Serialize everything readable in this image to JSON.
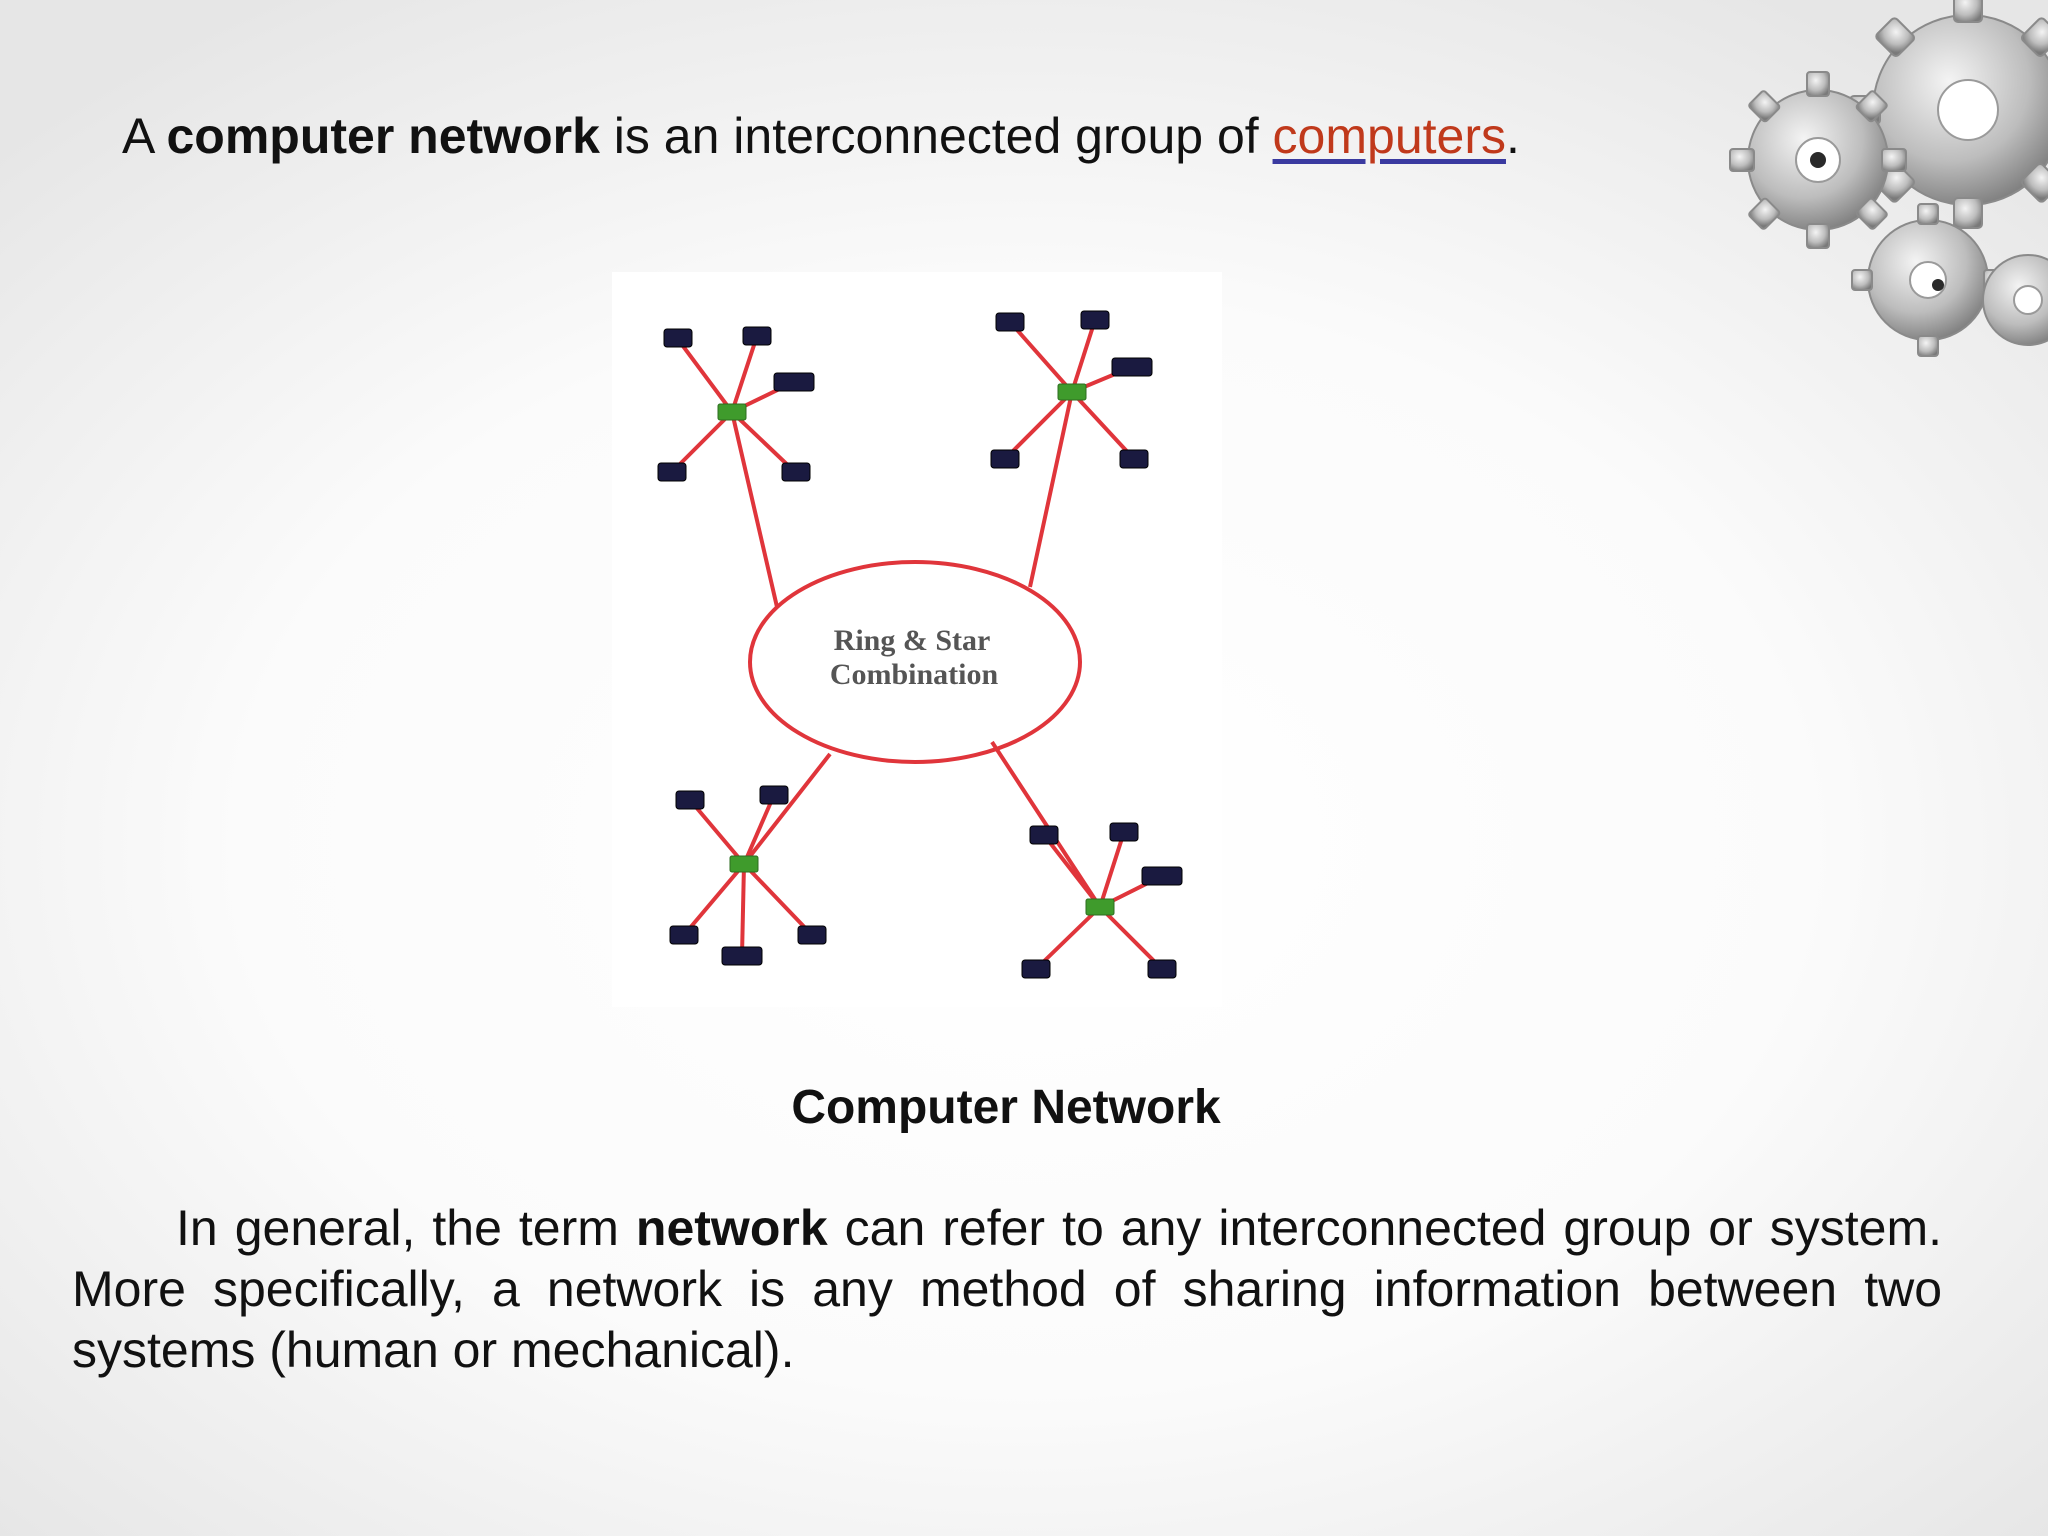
{
  "intro": {
    "prefix": "A ",
    "term": "computer network",
    "middle": " is an interconnected group of ",
    "link_text": "computers",
    "suffix": "."
  },
  "figure": {
    "center_label_line1": "Ring & Star",
    "center_label_line2": "Combination"
  },
  "caption": "Computer Network",
  "paragraph": {
    "part1": "In general, the term ",
    "bold_term": "network",
    "part2": " can refer to any interconnected group or system. More specifically, a network is any method of sharing information between two systems  (human or mechanical)."
  },
  "colors": {
    "link": "#c0391b",
    "ring": "#e0353b",
    "hub": "#3f9b2c",
    "node": "#1a1a40"
  }
}
